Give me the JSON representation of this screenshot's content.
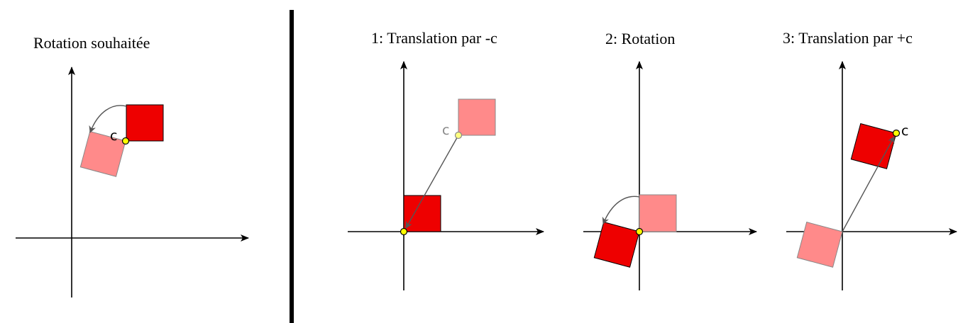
{
  "titles": {
    "desired": "Rotation souhaitée",
    "step1": "1: Translation par -c",
    "step2": "2: Rotation",
    "step3": "3: Translation par +c"
  },
  "point_label": "c",
  "colors": {
    "square_solid": "#ee0000",
    "square_faded": "#ff8a8a",
    "pivot": "#ffff00",
    "pivot_faded": "#ffff80",
    "axis": "#000000",
    "arrow": "#555555",
    "label_faded": "#888888"
  }
}
